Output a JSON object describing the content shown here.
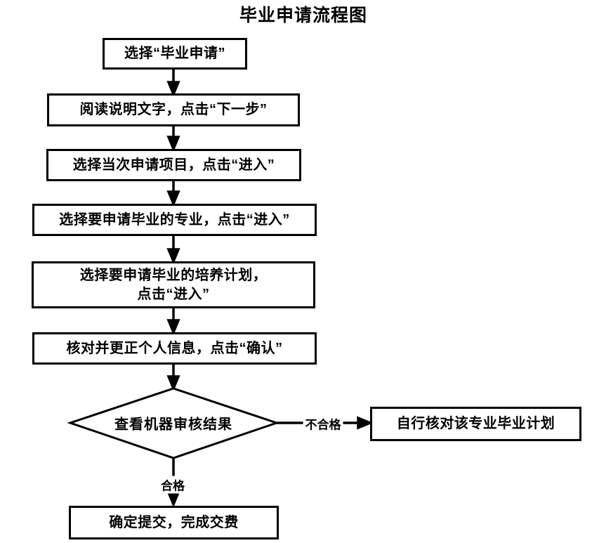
{
  "title": "毕业申请流程图",
  "flow": {
    "steps": [
      {
        "label": "选择“毕业申请”"
      },
      {
        "label": "阅读说明文字，点击“下一步”"
      },
      {
        "label": "选择当次申请项目，点击“进入”"
      },
      {
        "label": "选择要申请毕业的专业，点击“进入”"
      },
      {
        "label": "选择要申请毕业的培养计划，\n点击“进入”"
      },
      {
        "label": "核对并更正个人信息，点击“确认”"
      }
    ],
    "decision": {
      "label": "查看机器审核结果"
    },
    "fail_branch": {
      "edge_label": "不合格",
      "box_label": "自行核对该专业毕业计划"
    },
    "pass_branch": {
      "edge_label": "合格",
      "box_label": "确定提交，完成交费"
    }
  },
  "colors": {
    "stroke": "#000000",
    "background": "#ffffff",
    "text": "#000000"
  }
}
